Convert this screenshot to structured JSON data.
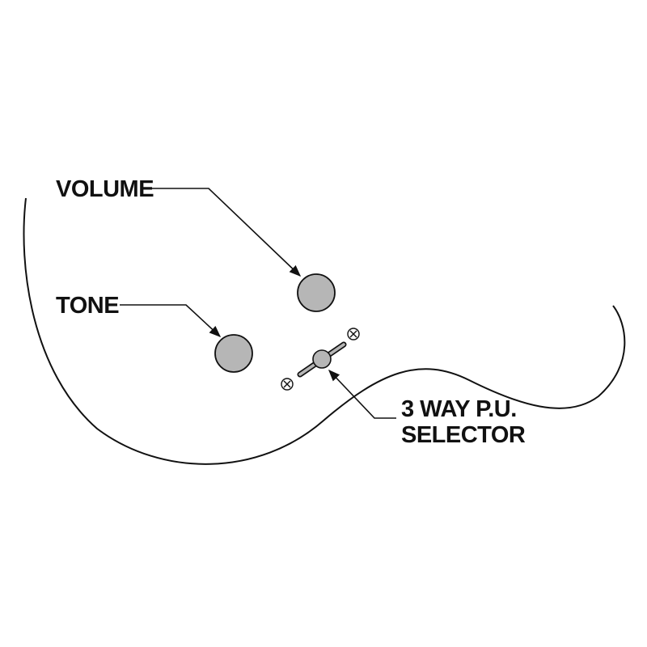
{
  "labels": {
    "volume": "VOLUME",
    "tone": "TONE",
    "selector_line1": "3 WAY P.U.",
    "selector_line2": "SELECTOR"
  },
  "colors": {
    "knob_fill": "#b6b6b6",
    "line": "#111111",
    "background": "#ffffff"
  }
}
